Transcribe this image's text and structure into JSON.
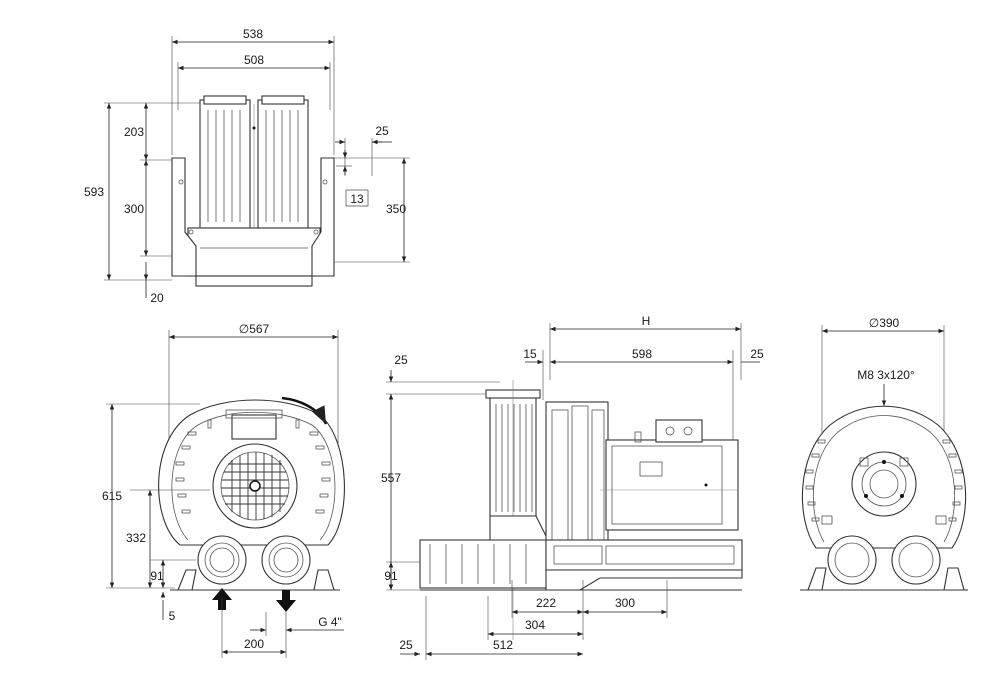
{
  "views": {
    "top": {
      "overall_width": "538",
      "housing_width": "508",
      "total_height": "593",
      "top_section": "203",
      "middle_section": "300",
      "bottom_offset": "20",
      "bracket_thickness": "25",
      "bracket_offset": "13",
      "bracket_height": "350"
    },
    "front": {
      "diameter": "∅567",
      "height": "615",
      "axis_height": "332",
      "port_height": "91",
      "foot_offset": "5",
      "port_spacing": "200",
      "thread": "G 4\""
    },
    "side": {
      "overall_length": "H",
      "flange_offset": "15",
      "motor_length": "598",
      "end_offset": "25",
      "top_offset": "25",
      "height": "557",
      "port_height": "91",
      "dim_222": "222",
      "dim_300": "300",
      "dim_304": "304",
      "dim_512": "512",
      "bottom_offset": "25"
    },
    "rear": {
      "diameter": "∅390",
      "bolt_pattern": "M8 3x120°"
    }
  },
  "icons": [
    "rotation-arrow-icon",
    "inlet-arrow-icon",
    "outlet-arrow-icon"
  ]
}
